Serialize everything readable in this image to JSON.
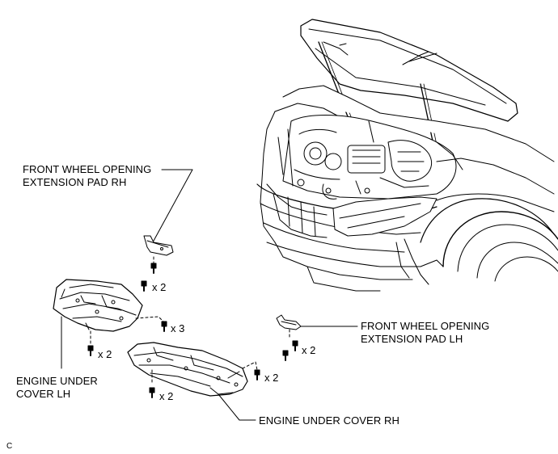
{
  "colors": {
    "line": "#000000",
    "fill": "#ffffff",
    "shade": "#d9d9d9",
    "background": "#ffffff"
  },
  "labels": {
    "pad_rh_line1": "FRONT WHEEL OPENING",
    "pad_rh_line2": "EXTENSION PAD RH",
    "pad_lh_line1": "FRONT WHEEL OPENING",
    "pad_lh_line2": "EXTENSION PAD LH",
    "cover_lh_line1": "ENGINE UNDER",
    "cover_lh_line2": "COVER LH",
    "cover_rh": "ENGINE UNDER COVER RH"
  },
  "quantities": {
    "pad_rh_screws": "x 2",
    "cover_lh_bolts_right": "x 3",
    "cover_lh_bolts_bottom": "x 2",
    "cover_rh_bolts_left": "x 2",
    "cover_rh_bolts_right": "x 2",
    "pad_lh_screws": "x 2"
  },
  "figure_code": "C",
  "icons": {
    "vehicle": "vehicle-front-hood-open-icon",
    "fastener": "bolt-icon"
  }
}
